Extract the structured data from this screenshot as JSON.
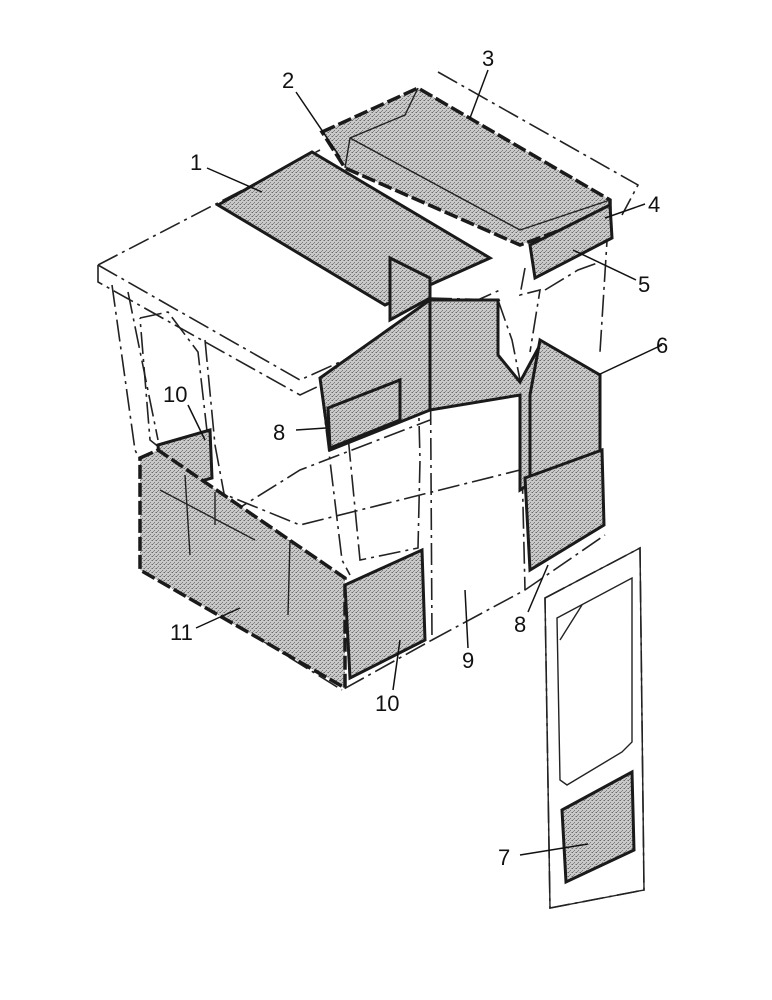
{
  "callouts": [
    {
      "label": "1"
    },
    {
      "label": "2"
    },
    {
      "label": "3"
    },
    {
      "label": "4"
    },
    {
      "label": "5"
    },
    {
      "label": "6"
    },
    {
      "label": "7"
    },
    {
      "label": "8"
    },
    {
      "label": "8"
    },
    {
      "label": "9"
    },
    {
      "label": "10"
    },
    {
      "label": "10"
    },
    {
      "label": "11"
    }
  ],
  "colors": {
    "line": "#222222",
    "fill": "#bdbdbd",
    "background": "#ffffff"
  }
}
